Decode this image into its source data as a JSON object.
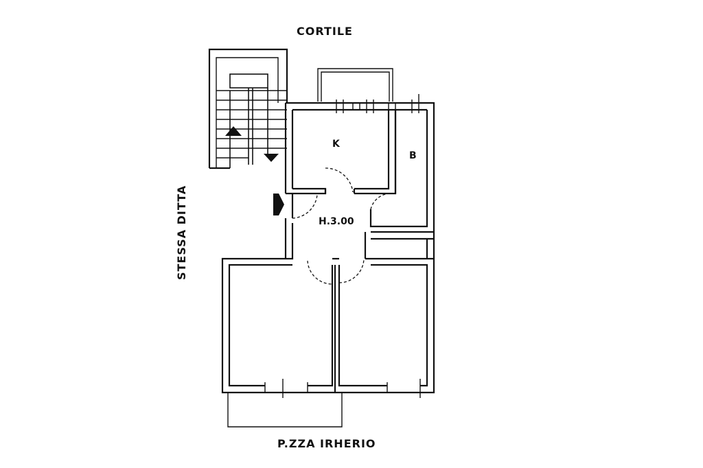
{
  "labels": {
    "top": "CORTILE",
    "bottom": "P.ZZA IRHERIO",
    "left": "STESSA DITTA",
    "kitchen": "K",
    "bathroom": "B",
    "height": "H.3.00"
  },
  "colors": {
    "ink": "#111111",
    "background": "#ffffff"
  }
}
